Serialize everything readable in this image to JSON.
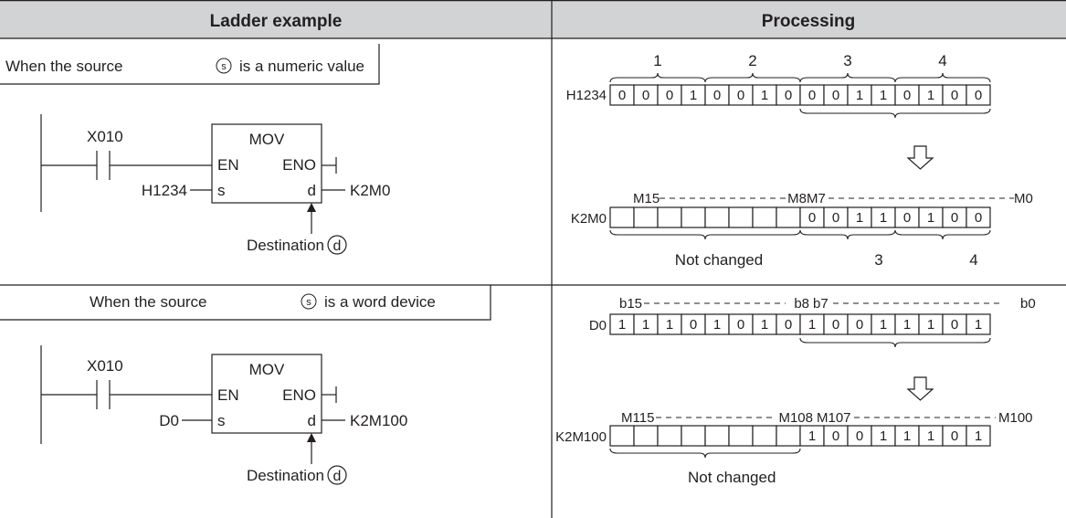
{
  "header": {
    "left": "Ladder example",
    "right": "Processing"
  },
  "example1": {
    "title_prefix": "When the source",
    "title_suffix": "is a numeric value",
    "source_symbol": "s",
    "contact": "X010",
    "instruction": "MOV",
    "en": "EN",
    "eno": "ENO",
    "s_port": "s",
    "d_port": "d",
    "source_operand": "H1234",
    "dest_operand": "K2M0",
    "dest_label": "Destination",
    "dest_symbol": "d",
    "nibble_labels": [
      "1",
      "2",
      "3",
      "4"
    ],
    "source_label": "H1234",
    "source_bits": [
      "0",
      "0",
      "0",
      "1",
      "0",
      "0",
      "1",
      "0",
      "0",
      "0",
      "1",
      "1",
      "0",
      "1",
      "0",
      "0"
    ],
    "dest_label_row": "K2M0",
    "dest_high_label": "M15",
    "dest_mid_left": "M8",
    "dest_mid_right": "M7",
    "dest_low_label": "M0",
    "dest_bits": [
      "",
      "",
      "",
      "",
      "",
      "",
      "",
      "",
      "0",
      "0",
      "1",
      "1",
      "0",
      "1",
      "0",
      "0"
    ],
    "not_changed": "Not changed",
    "low_nibble_labels": [
      "3",
      "4"
    ]
  },
  "example2": {
    "title_prefix": "When the source",
    "title_suffix": "is a word device",
    "source_symbol": "s",
    "contact": "X010",
    "instruction": "MOV",
    "en": "EN",
    "eno": "ENO",
    "s_port": "s",
    "d_port": "d",
    "source_operand": "D0",
    "dest_operand": "K2M100",
    "dest_label": "Destination",
    "dest_symbol": "d",
    "src_high": "b15",
    "src_b8": "b8",
    "src_b7": "b7",
    "src_low": "b0",
    "source_label": "D0",
    "source_bits": [
      "1",
      "1",
      "1",
      "0",
      "1",
      "0",
      "1",
      "0",
      "1",
      "0",
      "0",
      "1",
      "1",
      "1",
      "0",
      "1"
    ],
    "dest_label_row": "K2M100",
    "dest_high_label": "M115",
    "dest_mid_left": "M108",
    "dest_mid_right": "M107",
    "dest_low_label": "M100",
    "dest_bits": [
      "",
      "",
      "",
      "",
      "",
      "",
      "",
      "",
      "1",
      "0",
      "0",
      "1",
      "1",
      "1",
      "0",
      "1"
    ],
    "not_changed": "Not changed"
  },
  "colors": {
    "header_bg": "#d1d3d4",
    "line": "#231f20"
  }
}
